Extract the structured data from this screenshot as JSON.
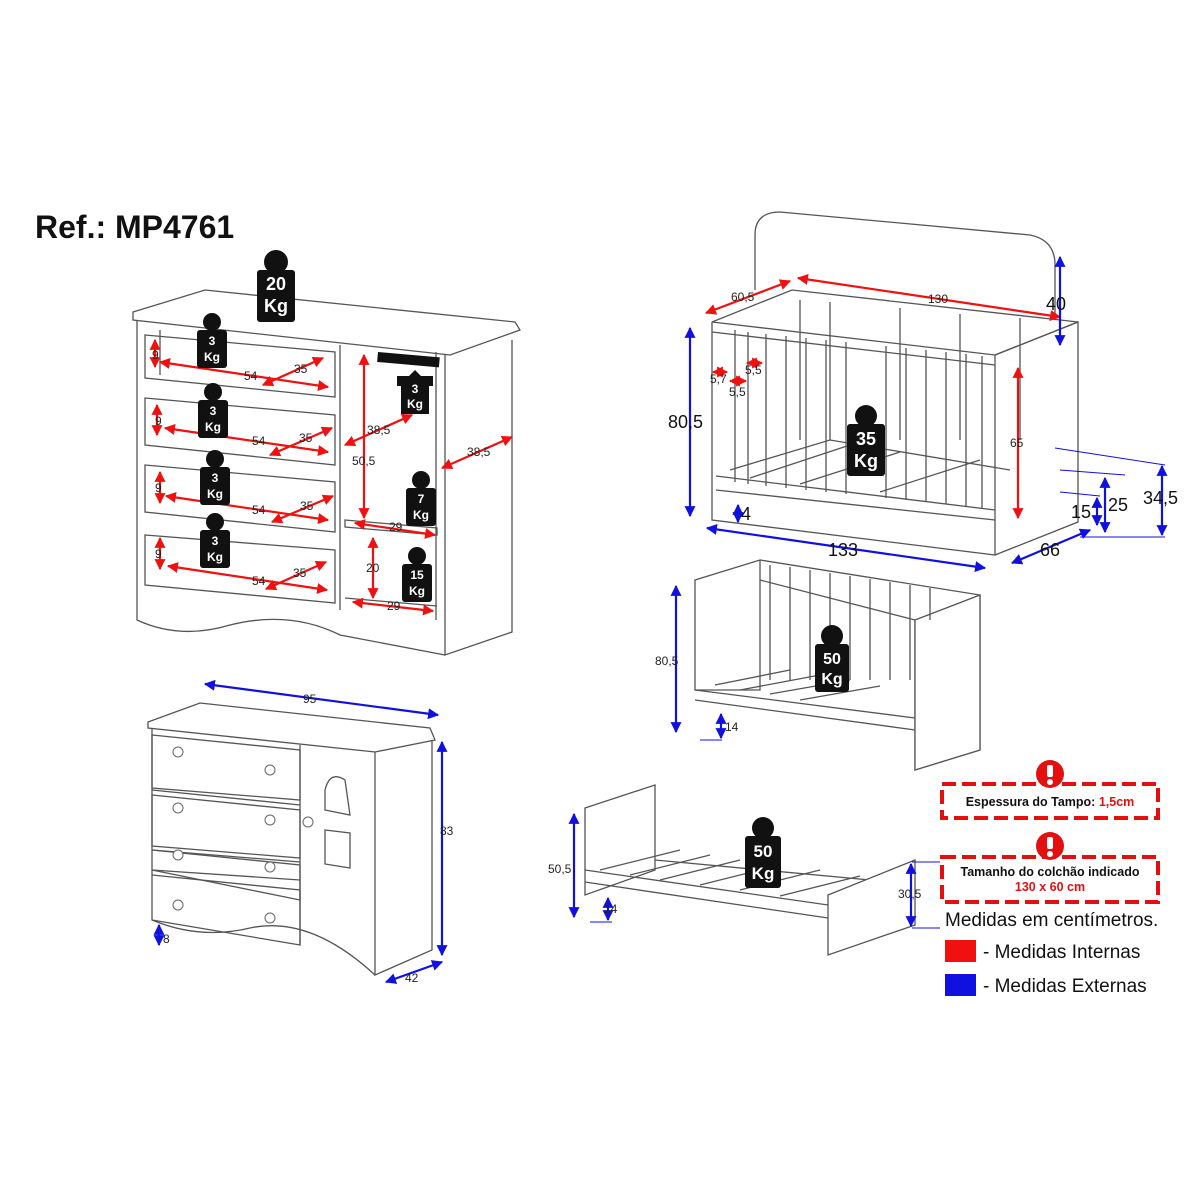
{
  "reference": "Ref.: MP4761",
  "colors": {
    "internal": "#f01010",
    "external": "#1010e0",
    "warning": "#e31010",
    "weight_icon": "#111111"
  },
  "weights": {
    "dresser_top": {
      "value": "20",
      "unit": "Kg"
    },
    "drawer_1": {
      "value": "3",
      "unit": "Kg"
    },
    "drawer_2": {
      "value": "3",
      "unit": "Kg"
    },
    "drawer_3": {
      "value": "3",
      "unit": "Kg"
    },
    "drawer_4": {
      "value": "3",
      "unit": "Kg"
    },
    "hanger_rod": {
      "value": "3",
      "unit": "Kg"
    },
    "cabinet_shelf": {
      "value": "7",
      "unit": "Kg"
    },
    "cabinet_bottom": {
      "value": "15",
      "unit": "Kg"
    },
    "crib": {
      "value": "35",
      "unit": "Kg"
    },
    "mini_sofa": {
      "value": "50",
      "unit": "Kg"
    },
    "mini_bed": {
      "value": "50",
      "unit": "Kg"
    }
  },
  "dresser_open": {
    "drawer_height": [
      "9",
      "9",
      "9",
      "9"
    ],
    "drawer_width": [
      "54",
      "54",
      "54",
      "54"
    ],
    "drawer_depth": [
      "35",
      "35",
      "35",
      "35"
    ],
    "cabinet_depth": "38,5",
    "cabinet_height": "50,5",
    "shelf_width_top": "29",
    "shelf_width_bottom": "29",
    "lower_height": "20",
    "side_depth": "38,5"
  },
  "dresser_closed": {
    "width": "95",
    "height": "83",
    "depth": "42",
    "foot": "8"
  },
  "crib": {
    "inner_width": "60,5",
    "inner_length": "130",
    "headboard": "40",
    "height": "80,5",
    "inner_height": "65",
    "slat_gap_1": "5,7",
    "slat_gap_2": "5,5",
    "slat_gap_3": "5,5",
    "base": "4",
    "length": "133",
    "depth": "66",
    "level_1": "15",
    "level_2": "25",
    "level_3": "34,5"
  },
  "mini_sofa": {
    "height": "80,5",
    "base": "14"
  },
  "mini_bed": {
    "height": "50,5",
    "base": "14",
    "foot_height": "30,5"
  },
  "notes": {
    "top_thickness_label": "Espessura do Tampo:",
    "top_thickness_value": "1,5cm",
    "mattress_label": "Tamanho do colchão indicado",
    "mattress_value": "130 x 60 cm"
  },
  "legend": {
    "units": "Medidas em centímetros.",
    "internal": "- Medidas Internas",
    "external": "- Medidas Externas"
  }
}
